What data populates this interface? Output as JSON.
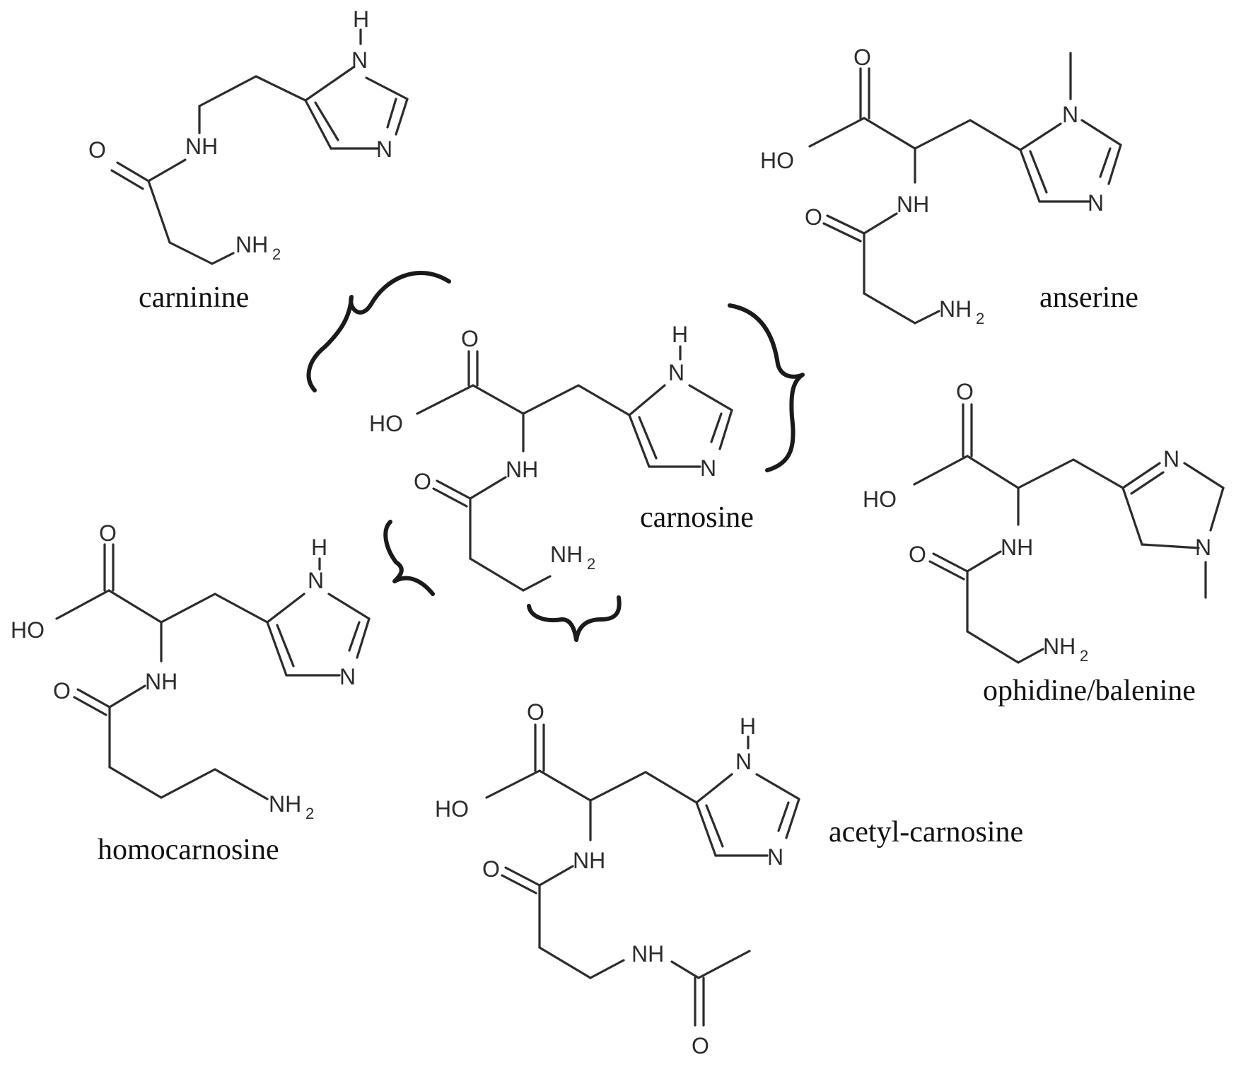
{
  "atoms": {
    "O": "O",
    "HO": "HO",
    "NH": "NH",
    "N": "N",
    "H": "H",
    "NH2_main": "NH",
    "NH2_sub": "2"
  },
  "molecules": [
    {
      "id": "carninine",
      "name": "carninine"
    },
    {
      "id": "anserine",
      "name": "anserine"
    },
    {
      "id": "carnosine",
      "name": "carnosine"
    },
    {
      "id": "ophidine",
      "name": "ophidine/balenine"
    },
    {
      "id": "homocarnosine",
      "name": "homocarnosine"
    },
    {
      "id": "acetyl-carnosine",
      "name": "acetyl-carnosine"
    }
  ]
}
